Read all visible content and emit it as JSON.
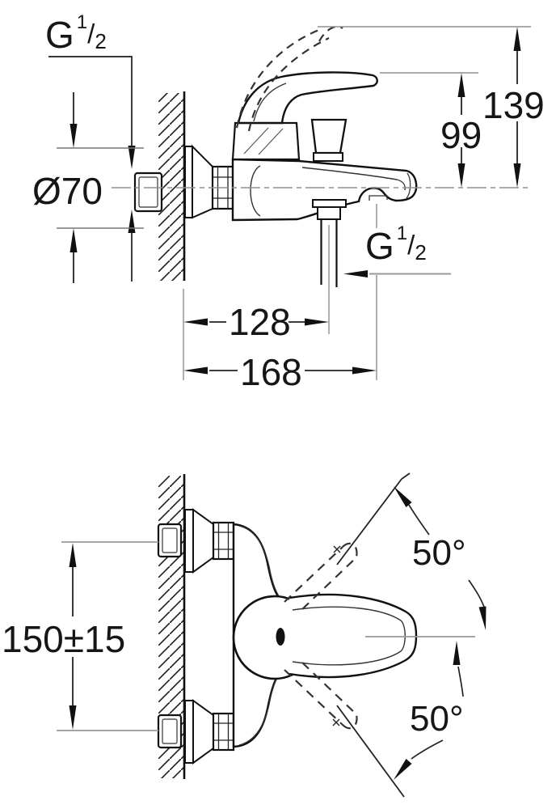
{
  "drawing": {
    "type": "installation-dimension-drawing",
    "views": [
      "side-elevation-with-dimensions",
      "side-elevation-lever-swing"
    ],
    "colors": {
      "background": "#ffffff",
      "outline": "#111111",
      "dimension_line": "#2b2b2b",
      "extension_line": "#8f8f8f",
      "text": "#161616"
    },
    "top_view": {
      "wall_thread_label": {
        "base": "G",
        "sup": "1",
        "slash": "/",
        "sub": "2"
      },
      "escutcheon_diameter_label": "Ø70",
      "lever_height_label": "99",
      "lever_open_height_label": "139",
      "shower_outlet_thread_label": {
        "base": "G",
        "sup": "1",
        "slash": "/",
        "sub": "2"
      },
      "wall_to_shower_outlet_label": "128",
      "wall_to_spout_outlet_label": "168"
    },
    "bottom_view": {
      "connection_centers_label": "150±15",
      "lever_up_angle_label": "50°",
      "lever_down_angle_label": "50°"
    }
  }
}
